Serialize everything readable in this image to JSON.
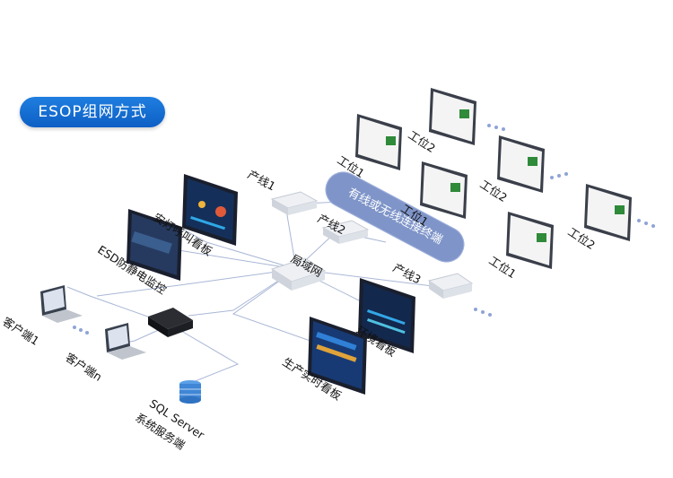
{
  "title": "ESOP组网方式",
  "labels": {
    "line1": "产线1",
    "line2": "产线2",
    "line3": "产线3",
    "lan": "局域网",
    "wireless": "有线或无线连接终端",
    "andon_board": "安灯呼叫看板",
    "esd_monitor": "ESD防静电监控",
    "client1": "客户端1",
    "client_n": "客户端n",
    "sql_server": "SQL Server",
    "sql_server_sub": "系统服务端",
    "env_board": "环境看板",
    "prod_board": "生产实时看板",
    "station_a": "工位1",
    "station_b": "工位2",
    "station_c": "工位1",
    "station_d": "工位2",
    "station_e": "工位1",
    "station_f": "工位2"
  },
  "colors": {
    "accent": "#1f7ee0",
    "wireless": "#7f95c9",
    "line": "#a9b7d6",
    "dots": "#8fa3d6"
  }
}
